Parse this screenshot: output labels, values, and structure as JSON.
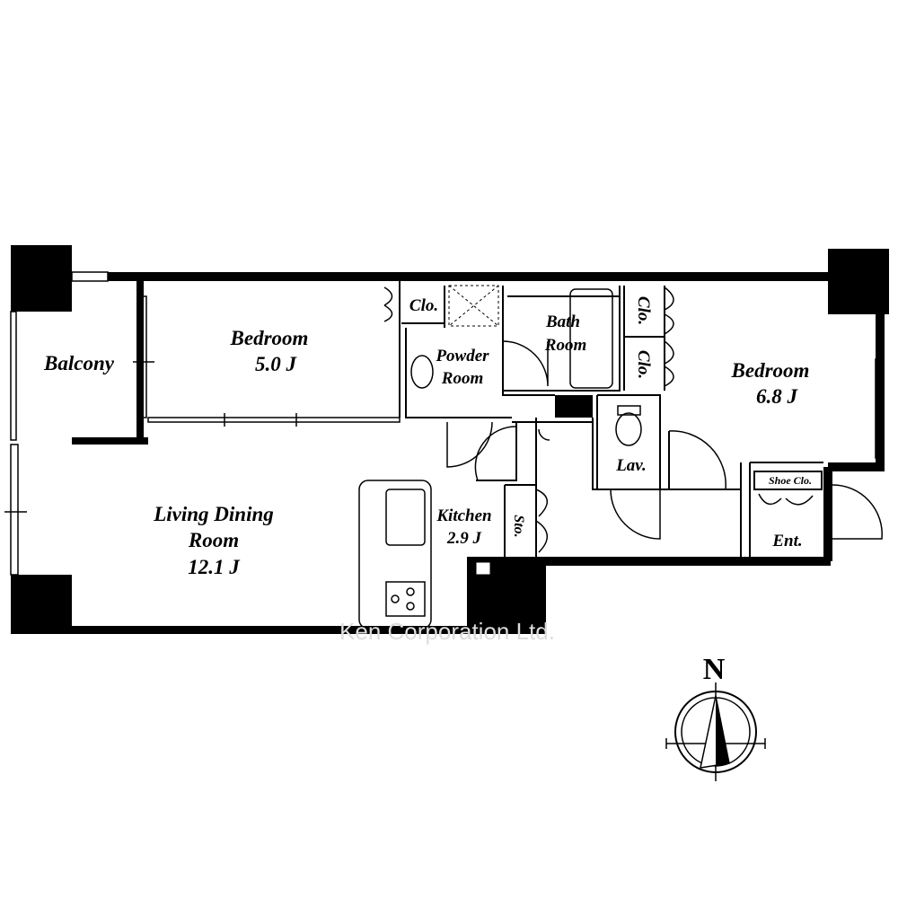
{
  "rooms": {
    "balcony": "Balcony",
    "bedroom1": {
      "name": "Bedroom",
      "size": "5.0 J"
    },
    "closet1": "Clo.",
    "powder": {
      "line1": "Powder",
      "line2": "Room"
    },
    "bath": {
      "line1": "Bath",
      "line2": "Room"
    },
    "closet2": "Clo.",
    "closet3": "Clo.",
    "bedroom2": {
      "name": "Bedroom",
      "size": "6.8 J"
    },
    "lav": "Lav.",
    "shoe_closet": "Shoe Clo.",
    "entrance": "Ent.",
    "kitchen": {
      "name": "Kitchen",
      "size": "2.9 J"
    },
    "storage": "Sto.",
    "ldr": {
      "line1": "Living Dining",
      "line2": "Room",
      "size": "12.1 J"
    }
  },
  "compass": {
    "label": "N"
  },
  "watermark": "Ken Corporation Ltd."
}
